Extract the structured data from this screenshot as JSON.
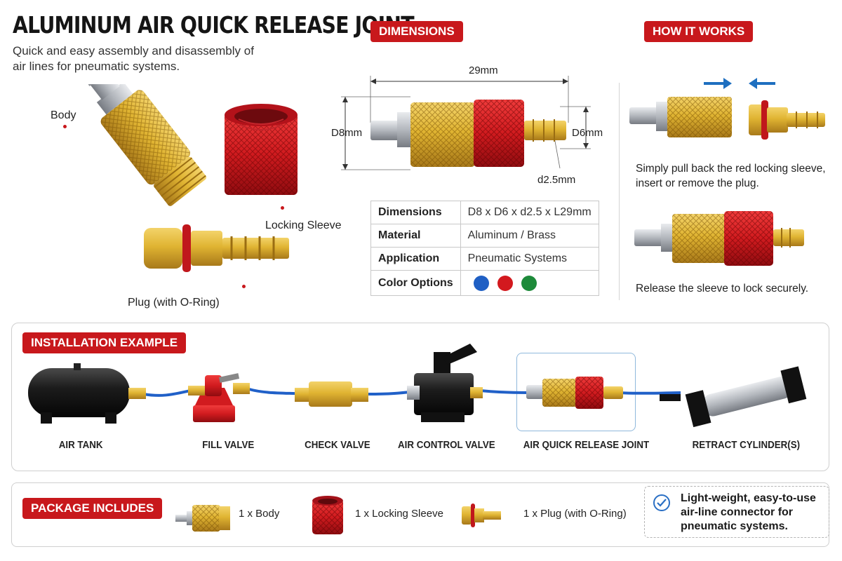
{
  "header": {
    "title": "ALUMINUM AIR QUICK RELEASE JOINT",
    "subtitle": "Quick and easy assembly and disassembly of air lines for pneumatic systems."
  },
  "parts": {
    "body_label": "Body",
    "sleeve_label": "Locking Sleeve",
    "plug_label": "Plug (with O-Ring)"
  },
  "dimensions": {
    "tag": "DIMENSIONS",
    "length": "29mm",
    "d8": "D8mm",
    "d6": "D6mm",
    "d25": "d2.5mm",
    "specs": [
      {
        "key": "Dimensions",
        "value": "D8 x D6 x d2.5 x L29mm"
      },
      {
        "key": "Material",
        "value": "Aluminum / Brass"
      },
      {
        "key": "Application",
        "value": "Pneumatic Systems"
      }
    ],
    "color_options_label": "Color Options",
    "color_options": [
      "#1f5fc4",
      "#d3191e",
      "#1d8a3a"
    ]
  },
  "how": {
    "tag": "HOW IT WORKS",
    "step1": "Simply pull back the red locking sleeve, insert or remove the plug.",
    "step2": "Release the sleeve to lock securely."
  },
  "install": {
    "tag": "INSTALLATION EXAMPLE",
    "items": [
      "AIR TANK",
      "FILL VALVE",
      "CHECK VALVE",
      "AIR CONTROL VALVE",
      "AIR QUICK RELEASE JOINT",
      "RETRACT CYLINDER(S)"
    ]
  },
  "package": {
    "tag": "PACKAGE INCLUDES",
    "items": [
      "1 x Body",
      "1 x Locking Sleeve",
      "1 x Plug (with O-Ring)"
    ],
    "note": "Light-weight, easy-to-use air-line connector for pneumatic systems."
  },
  "colors": {
    "accent_red": "#c8181c",
    "brass": "#d9a92c",
    "hose_blue": "#2060c8"
  }
}
